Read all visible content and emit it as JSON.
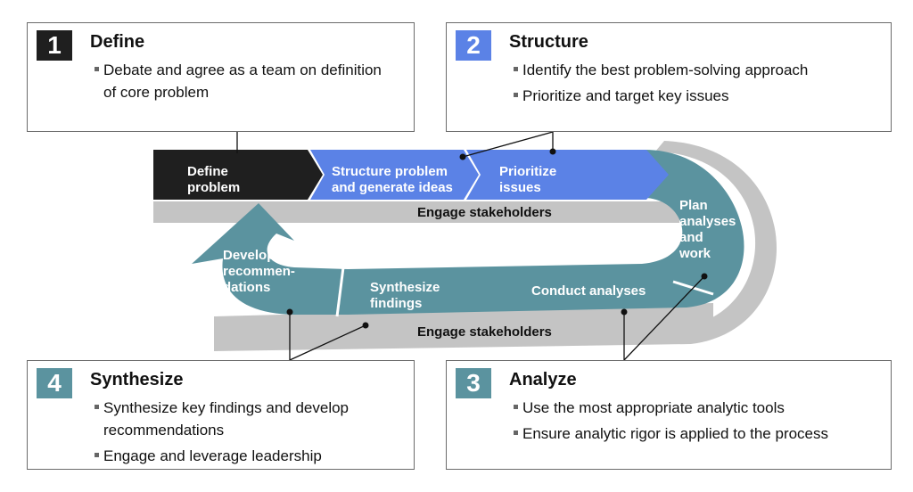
{
  "steps": [
    {
      "number": "1",
      "title": "Define",
      "color": "#1f1f1f",
      "bullets": [
        "Debate and agree as a team on definition of core problem"
      ]
    },
    {
      "number": "2",
      "title": "Structure",
      "color": "#5b82e6",
      "bullets": [
        "Identify the best problem-solving approach",
        "Prioritize and target key issues"
      ]
    },
    {
      "number": "3",
      "title": "Analyze",
      "color": "#5b939f",
      "bullets": [
        "Use the most appropriate analytic tools",
        "Ensure analytic rigor is applied to the process"
      ]
    },
    {
      "number": "4",
      "title": "Synthesize",
      "color": "#5b939f",
      "bullets": [
        "Synthesize key findings and develop recommendations",
        "Engage and leverage leadership"
      ]
    }
  ],
  "flow": {
    "define_problem": [
      "Define",
      "problem"
    ],
    "structure_problem": [
      "Structure problem",
      "and generate ideas"
    ],
    "prioritize_issues": [
      "Prioritize",
      "issues"
    ],
    "plan_analyses": [
      "Plan",
      "analyses",
      "and",
      "work"
    ],
    "conduct_analyses": "Conduct analyses",
    "synthesize_findings": [
      "Synthesize",
      "findings"
    ],
    "develop_recommendations": [
      "Develop",
      "recommen-",
      "dations"
    ],
    "engage_top": "Engage stakeholders",
    "engage_bottom": "Engage stakeholders"
  },
  "colors": {
    "dark": "#1f1f1f",
    "blue": "#5b82e6",
    "teal": "#5b939f",
    "gray": "#c4c4c4"
  }
}
